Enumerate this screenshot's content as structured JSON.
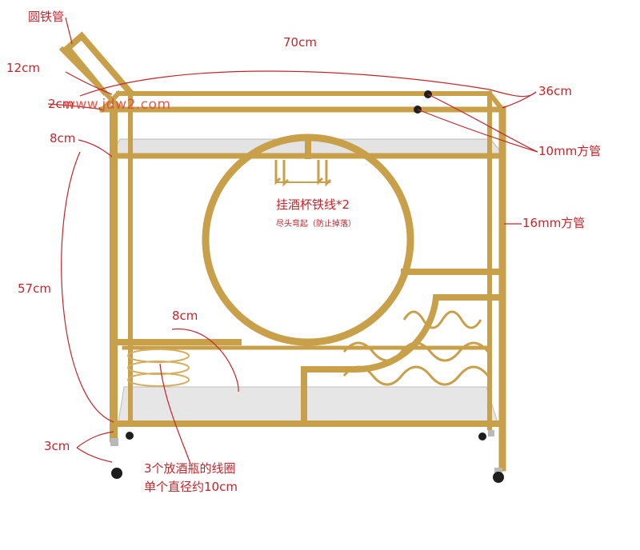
{
  "colors": {
    "frame": "#c9a04a",
    "frame_dark": "#a77d2c",
    "glass": "#dcdcdc",
    "annotation": "#c0272d",
    "wheel": "#1e1e1e"
  },
  "labels": {
    "round_tube": "圆铁管",
    "width": "70cm",
    "handle_height": "12cm",
    "handle_gap": "2cm",
    "depth": "36cm",
    "top_gap": "8cm",
    "square_tube_10": "10mm方管",
    "glass_hanger": "挂酒杯铁线*2",
    "glass_hanger_note": "尽头弯起（防止掉落）",
    "square_tube_16": "16mm方管",
    "height": "57cm",
    "lower_gap": "8cm",
    "leg_bottom": "3cm",
    "bottle_coil": "3个放酒瓶的线圈",
    "coil_diameter": "单个直径约10cm"
  },
  "watermark": "www.jdw2.com"
}
